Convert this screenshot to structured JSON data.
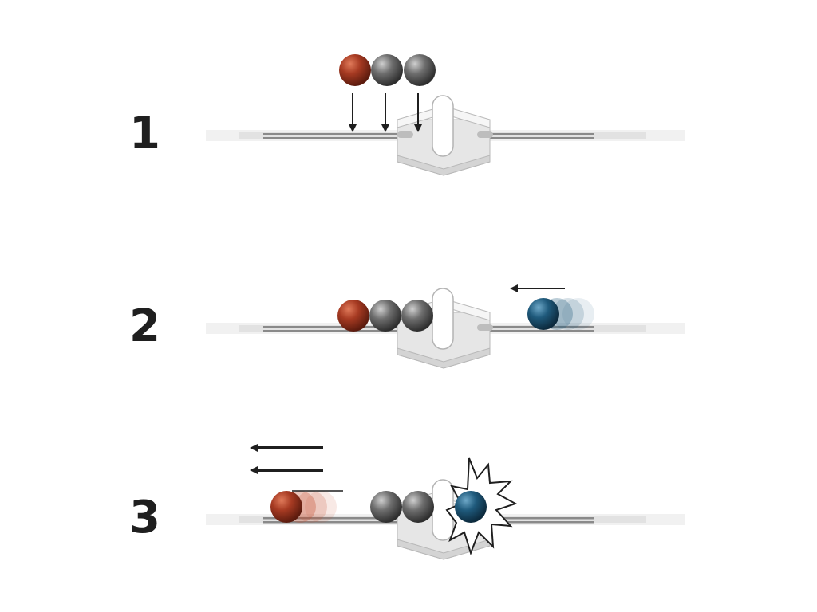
{
  "steps": [
    {
      "label": "1"
    },
    {
      "label": "2"
    },
    {
      "label": "3"
    }
  ],
  "colors": {
    "red_ball": "#9a2f1a",
    "gray_ball": "#5c5c5c",
    "blue_ball": "#1d4f6e",
    "rail": "#8a8a8a",
    "arrow": "#1f1f1f"
  },
  "icons": [
    "red-ball-icon",
    "gray-ball-icon",
    "blue-ball-icon",
    "impact-burst-icon",
    "motion-arrow-icon"
  ]
}
